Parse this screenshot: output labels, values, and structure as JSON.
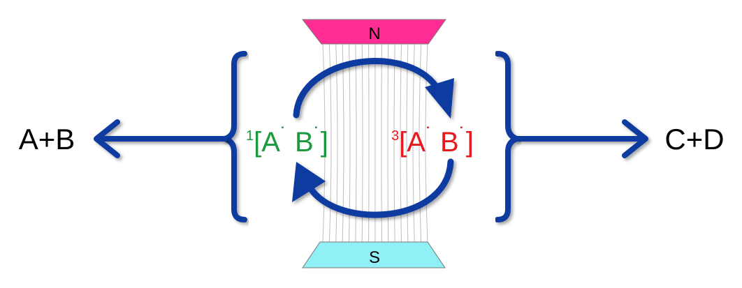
{
  "magnet": {
    "north_label": "N",
    "south_label": "S",
    "north_color": "#ff2d93",
    "south_color": "#8ff0f5",
    "field_line_color": "#bdbdbd"
  },
  "reactants": {
    "label": "A+B"
  },
  "products": {
    "label": "C+D"
  },
  "singlet": {
    "superscript": "1",
    "open": "[A",
    "dot": "˙",
    "middle": " B",
    "close": "]",
    "color": "#1a9a3c"
  },
  "triplet": {
    "superscript": "3",
    "open": "[A",
    "dot": "˙",
    "middle": " B",
    "close": "]",
    "color": "#e8191e"
  },
  "arrow_color": "#0f3aa0"
}
